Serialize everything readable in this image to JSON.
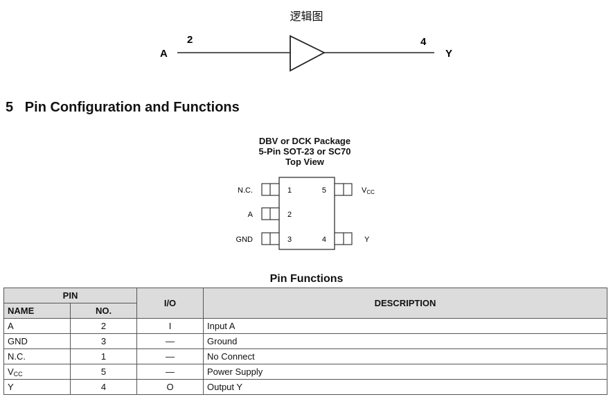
{
  "logic_diagram": {
    "title": "逻辑图",
    "input_label": "A",
    "input_pin": "2",
    "output_pin": "4",
    "output_label": "Y"
  },
  "section_title": "5   Pin Configuration and Functions",
  "package": {
    "title_lines": [
      "DBV or DCK Package",
      "5-Pin SOT-23 or SC70",
      "Top View"
    ],
    "left_pins": [
      {
        "name": "N.C.",
        "number": "1"
      },
      {
        "name": "A",
        "number": "2"
      },
      {
        "name": "GND",
        "number": "3"
      }
    ],
    "right_pins": [
      {
        "name": "V",
        "sub": "CC",
        "number": "5"
      },
      {
        "name": "Y",
        "sub": "",
        "number": "4"
      }
    ]
  },
  "pin_functions": {
    "title": "Pin Functions",
    "group_header": "PIN",
    "headers": {
      "name": "NAME",
      "no": "NO.",
      "io": "I/O",
      "description": "DESCRIPTION"
    },
    "rows": [
      {
        "name": "A",
        "sub": "",
        "no": "2",
        "io": "I",
        "description": "Input A"
      },
      {
        "name": "GND",
        "sub": "",
        "no": "3",
        "io": "—",
        "description": "Ground"
      },
      {
        "name": "N.C.",
        "sub": "",
        "no": "1",
        "io": "—",
        "description": "No Connect"
      },
      {
        "name": "V",
        "sub": "CC",
        "no": "5",
        "io": "—",
        "description": "Power Supply"
      },
      {
        "name": "Y",
        "sub": "",
        "no": "4",
        "io": "O",
        "description": "Output Y"
      }
    ]
  }
}
